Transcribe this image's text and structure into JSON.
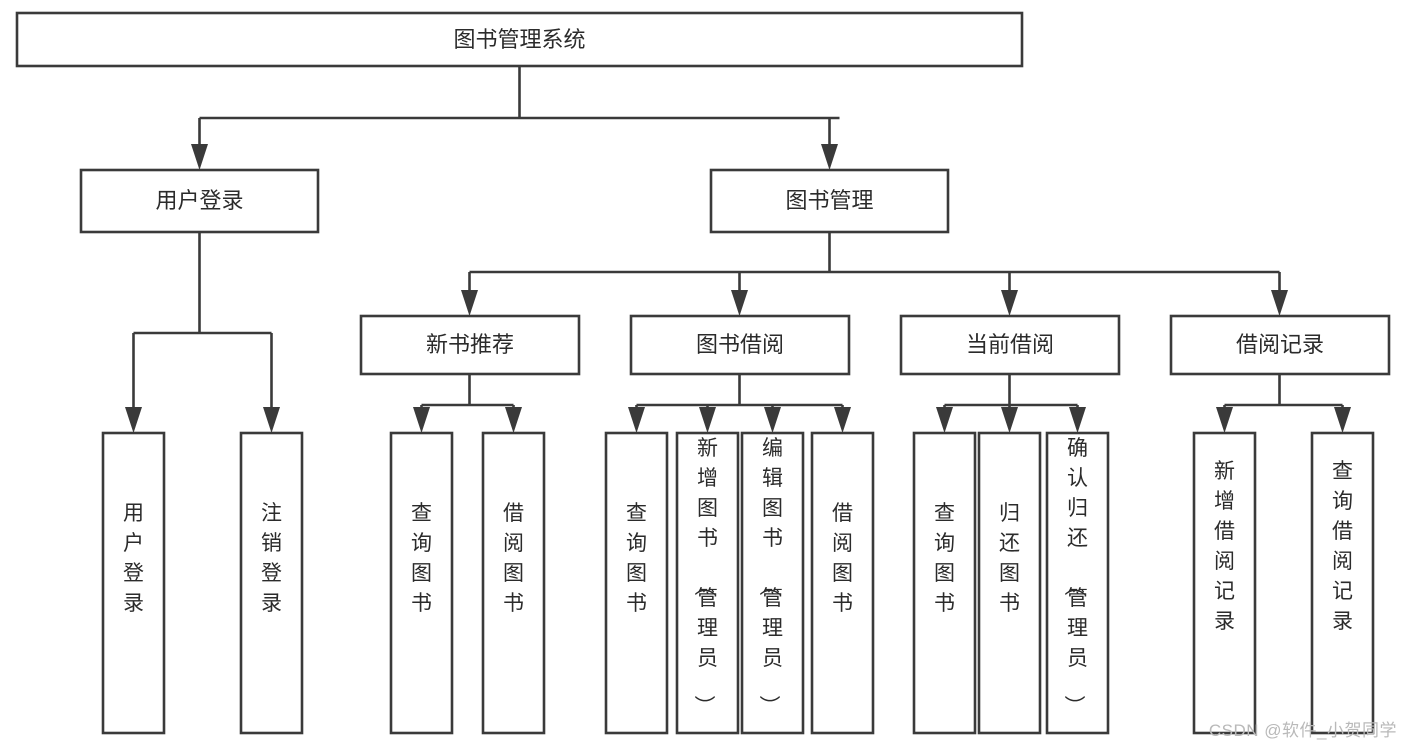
{
  "diagram": {
    "title": "图书管理系统",
    "type": "tree-hierarchy-diagram",
    "colors": {
      "box_stroke": "#3a3a3a",
      "box_fill": "#ffffff",
      "text": "#2b2b2b",
      "connector": "#3a3a3a",
      "watermark": "#b9b9b9",
      "background": "#ffffff"
    },
    "root": {
      "label": "图书管理系统"
    },
    "level2": [
      {
        "label": "用户登录"
      },
      {
        "label": "图书管理"
      }
    ],
    "level3": [
      {
        "label": "新书推荐"
      },
      {
        "label": "图书借阅"
      },
      {
        "label": "当前借阅"
      },
      {
        "label": "借阅记录"
      }
    ],
    "leaves": {
      "user_login": [
        {
          "label": "用户登录"
        },
        {
          "label": "注销登录"
        }
      ],
      "new_book_recommend": [
        {
          "label": "查询图书"
        },
        {
          "label": "借阅图书"
        }
      ],
      "book_borrow": [
        {
          "label": "查询图书"
        },
        {
          "label": "新增图书（管理员）"
        },
        {
          "label": "编辑图书（管理员）"
        },
        {
          "label": "借阅图书"
        }
      ],
      "current_borrow": [
        {
          "label": "查询图书"
        },
        {
          "label": "归还图书"
        },
        {
          "label": "确认归还（管理员）"
        }
      ],
      "borrow_record": [
        {
          "label": "新增借阅记录"
        },
        {
          "label": "查询借阅记录"
        }
      ]
    }
  },
  "watermark": {
    "text": "CSDN @软件_小贺同学"
  }
}
